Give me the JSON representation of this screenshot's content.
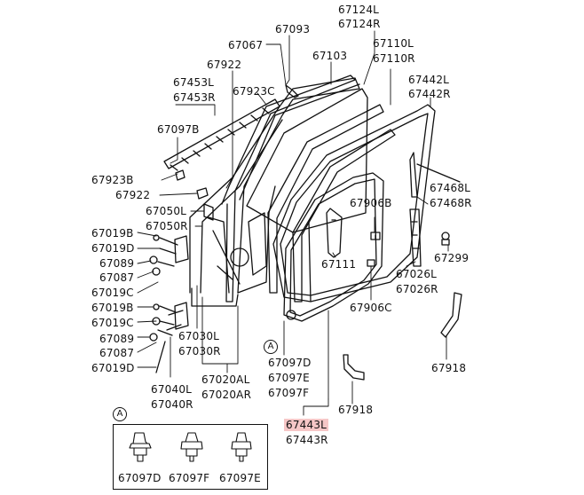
{
  "parts": {
    "p67093": "67093",
    "p67124L": "67124L",
    "p67124R": "67124R",
    "p67067": "67067",
    "p67103": "67103",
    "p67110L": "67110L",
    "p67110R": "67110R",
    "p67922a": "67922",
    "p67453L": "67453L",
    "p67453R": "67453R",
    "p67923C": "67923C",
    "p67442L": "67442L",
    "p67442R": "67442R",
    "p67097B": "67097B",
    "p67923B": "67923B",
    "p67922b": "67922",
    "p67468L": "67468L",
    "p67468R": "67468R",
    "p67050L": "67050L",
    "p67050R": "67050R",
    "p67906B": "67906B",
    "p67019Ba": "67019B",
    "p67019Da": "67019D",
    "p67089a": "67089",
    "p67299": "67299",
    "p67087a": "67087",
    "p67111": "67111",
    "p67026L": "67026L",
    "p67019Ca": "67019C",
    "p67026R": "67026R",
    "p67019Bb": "67019B",
    "p67906C": "67906C",
    "p67019Cb": "67019C",
    "p67030L": "67030L",
    "p67089b": "67089",
    "p67030R": "67030R",
    "p67087b": "67087",
    "p67097D": "67097D",
    "p67019Db": "67019D",
    "p67918a": "67918",
    "p67097E": "67097E",
    "p67020AL": "67020AL",
    "p67040L": "67040L",
    "p67020AR": "67020AR",
    "p67097F": "67097F",
    "p67040R": "67040R",
    "p67918b": "67918",
    "p67443L": "67443L",
    "p67443R": "67443R"
  },
  "detail": {
    "marker": "A",
    "callout_marker": "A",
    "clip1": "67097D",
    "clip2": "67097F",
    "clip3": "67097E"
  },
  "colors": {
    "ink": "#111111",
    "highlight": "#f6c7c7"
  }
}
